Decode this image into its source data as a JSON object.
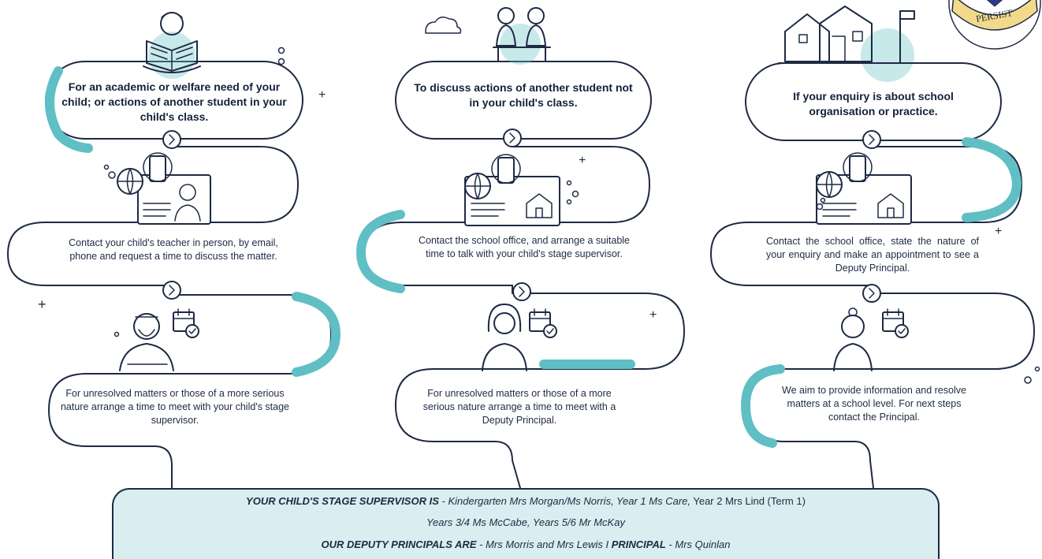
{
  "columns": [
    {
      "heading": "For an academic or welfare need of your child; or actions of another student in your child's class.",
      "step1": "Contact your child's teacher in person, by email, phone and request a time to discuss the matter.",
      "step2": "For unresolved matters or those of a more serious nature arrange a time to meet with your child's stage supervisor."
    },
    {
      "heading": "To discuss actions of another student not in your child's class.",
      "step1": "Contact the school office, and arrange a suitable time to talk with your child's stage supervisor.",
      "step2": "For unresolved matters or those of a more serious nature arrange a time to meet with a Deputy Principal."
    },
    {
      "heading": "If your enquiry is about school organisation or practice.",
      "step1": "Contact the school office, state the nature of your enquiry and make an appointment to see a Deputy Principal.",
      "step2": "We aim to provide information and resolve matters at a school level. For next steps contact the Principal."
    }
  ],
  "footer": {
    "line1_label": "YOUR CHILD'S STAGE SUPERVISOR IS",
    "line1_sep": " - ",
    "line1_a": "Kindergarten Mrs Morgan/Ms Norris, Year 1 Ms Care,",
    "line1_b": " Year 2 Mrs Lind (Term 1)",
    "line2": "Years 3/4 Ms McCabe, Years 5/6 Mr McKay",
    "line3_label1": "OUR DEPUTY PRINCIPALS ARE",
    "line3_sep1": " - ",
    "line3_a": "Mrs Morris and Mrs Lewis",
    "line3_sep2": "  I  ",
    "line3_label2": "PRINCIPAL",
    "line3_sep3": " - ",
    "line3_b": "Mrs Quinlan"
  },
  "badge_text": "PERSIST",
  "colors": {
    "ink": "#1e2a44",
    "teal": "#5fbfc4",
    "pale": "#d9eef0"
  }
}
